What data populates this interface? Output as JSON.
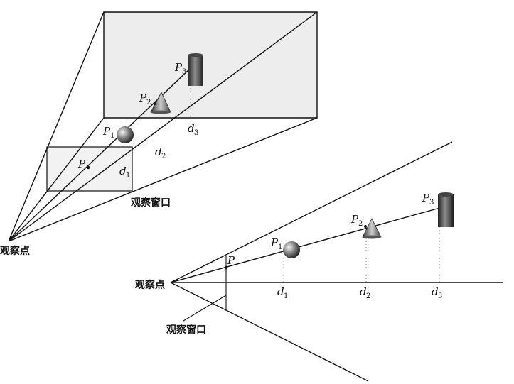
{
  "top": {
    "eye_label": "观察点",
    "window_label": "观察窗口",
    "P": "P",
    "P1": "P",
    "P1_sub": "1",
    "P2": "P",
    "P2_sub": "2",
    "P3": "P",
    "P3_sub": "3",
    "d1": "d",
    "d1_sub": "1",
    "d2": "d",
    "d2_sub": "2",
    "d3": "d",
    "d3_sub": "3"
  },
  "bottom": {
    "eye_label": "观察点",
    "window_label": "观察窗口",
    "P": "P",
    "P1": "P",
    "P1_sub": "1",
    "P2": "P",
    "P2_sub": "2",
    "P3": "P",
    "P3_sub": "3",
    "d1": "d",
    "d1_sub": "1",
    "d2": "d",
    "d2_sub": "2",
    "d3": "d",
    "d3_sub": "3"
  },
  "colors": {
    "line": "#111111",
    "far_plane": "#ededed",
    "near_window": "#f2f2f2"
  }
}
